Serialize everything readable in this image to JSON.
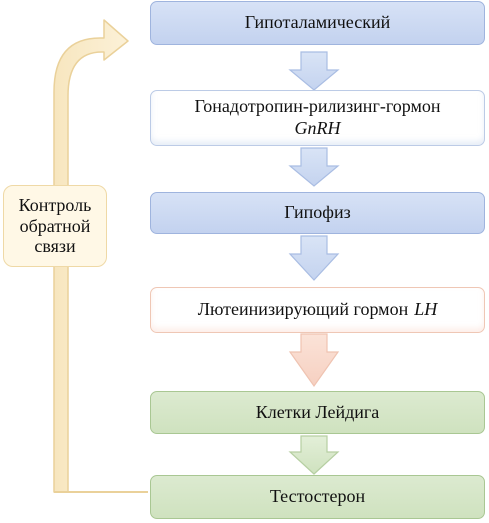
{
  "boxes": {
    "hypothalamic": "Гипоталамический",
    "gnrh": "Гонадотропин-рилизинг-гормон",
    "gnrh_abbr": "GnRH",
    "pituitary": "Гипофиз",
    "lh": "Лютеинизирующий гормон",
    "lh_abbr": "LH",
    "leydig": "Клетки Лейдига",
    "testosterone": "Тестостерон"
  },
  "feedback": {
    "line1": "Контроль",
    "line2": "обратной",
    "line3": "связи"
  },
  "colors": {
    "blue": "#c3d2ef",
    "peach": "#f8d6c9",
    "green": "#cfe2bf",
    "feedback": "#fff2d4"
  }
}
